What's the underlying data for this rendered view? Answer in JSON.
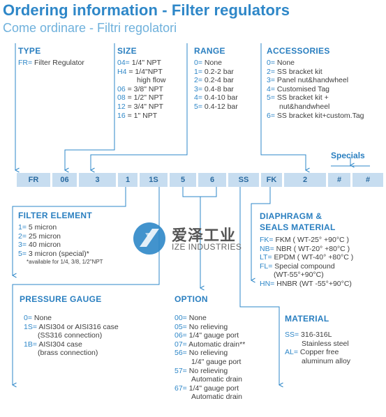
{
  "title": "Ordering information - Filter regulators",
  "subtitle": "Come ordinare - Filtri regolatori",
  "type": {
    "heading": "TYPE",
    "items": [
      {
        "code": "FR=",
        "text": " Filter Regulator"
      }
    ]
  },
  "size": {
    "heading": "SIZE",
    "items": [
      {
        "code": "04=",
        "text": " 1/4\" NPT"
      },
      {
        "code": "H4",
        "text": " = 1/4\"NPT",
        "extra": "high flow"
      },
      {
        "code": "06",
        "text": " = 3/8\" NPT"
      },
      {
        "code": "08",
        "text": " = 1/2\" NPT"
      },
      {
        "code": "12",
        "text": " = 3/4\" NPT"
      },
      {
        "code": "16",
        "text": " = 1\" NPT"
      }
    ]
  },
  "range": {
    "heading": "RANGE",
    "items": [
      {
        "code": "0=",
        "text": " None"
      },
      {
        "code": "1=",
        "text": " 0.2-2 bar"
      },
      {
        "code": "2=",
        "text": " 0.2-4 bar"
      },
      {
        "code": "3=",
        "text": " 0.4-8 bar"
      },
      {
        "code": "4=",
        "text": " 0.4-10 bar"
      },
      {
        "code": "5=",
        "text": " 0.4-12 bar"
      }
    ]
  },
  "accessories": {
    "heading": "ACCESSORIES",
    "items": [
      {
        "code": "0=",
        "text": " None"
      },
      {
        "code": "2=",
        "text": " SS bracket kit"
      },
      {
        "code": "3=",
        "text": " Panel nut&handwheel"
      },
      {
        "code": "4=",
        "text": " Customised Tag"
      },
      {
        "code": "5=",
        "text": " SS bracket kit +",
        "extra": "nut&handwheel"
      },
      {
        "code": "6=",
        "text": " SS bracket kit+custom.Tag"
      }
    ]
  },
  "specials_label": "Specials",
  "code_boxes": [
    "FR",
    "06",
    "3",
    "1",
    "1S",
    "5",
    "6",
    "SS",
    "FK",
    "2",
    "#",
    "#"
  ],
  "filter_element": {
    "heading": "FILTER ELEMENT",
    "items": [
      {
        "code": "1=",
        "text": " 5 micron"
      },
      {
        "code": "2=",
        "text": " 25 micron"
      },
      {
        "code": "3=",
        "text": " 40 micron"
      },
      {
        "code": "5=",
        "text": " 3 micron (special)*"
      }
    ],
    "note": "*available for 1/4, 3/8, 1/2\"NPT"
  },
  "diaphragm": {
    "heading_line1": "DIAPHRAGM &",
    "heading_line2": "SEALS MATERIAL",
    "items": [
      {
        "code": "FK=",
        "text": " FKM ( WT-25° +90°C )"
      },
      {
        "code": "NB=",
        "text": " NBR ( WT-20° +80°C )"
      },
      {
        "code": "LT=",
        "text": " EPDM ( WT-40° +80°C )"
      },
      {
        "code": "FL=",
        "text": " Special compound",
        "extra": "(WT-55°+90°C)"
      },
      {
        "code": "HN=",
        "text": " HNBR (WT -55°+90°C)"
      }
    ]
  },
  "pressure_gauge": {
    "heading": "PRESSURE GAUGE",
    "items": [
      {
        "code": "0=",
        "text": " None"
      },
      {
        "code": "1S=",
        "text": " AISI304 or AISI316 case",
        "extra": "(SS316 connection)"
      },
      {
        "code": "1B=",
        "text": " AISI304 case",
        "extra": "(brass connection)"
      }
    ]
  },
  "option": {
    "heading": "OPTION",
    "items": [
      {
        "code": "00=",
        "text": " None"
      },
      {
        "code": "05=",
        "text": " No relieving"
      },
      {
        "code": "06=",
        "text": " 1/4\" gauge port"
      },
      {
        "code": "07=",
        "text": " Automatic drain**"
      },
      {
        "code": "56=",
        "text": " No relieving",
        "extra": "1/4\" gauge port"
      },
      {
        "code": "57=",
        "text": " No relieving",
        "extra": "Automatic drain"
      },
      {
        "code": "67=",
        "text": " 1/4\" gauge port",
        "extra": "Automatic drain"
      }
    ]
  },
  "material": {
    "heading": "MATERIAL",
    "items": [
      {
        "code": "SS=",
        "text": " 316-316L",
        "extra": "Stainless steel"
      },
      {
        "code": "AL=",
        "text": " Copper free",
        "extra": "aluminum alloy"
      }
    ]
  },
  "watermark": {
    "cn": "爱泽工业",
    "en": "IZE INDUSTRIES"
  },
  "colors": {
    "accent": "#2e87c8",
    "box": "#c7ddf0",
    "text": "#3d3d3d"
  }
}
